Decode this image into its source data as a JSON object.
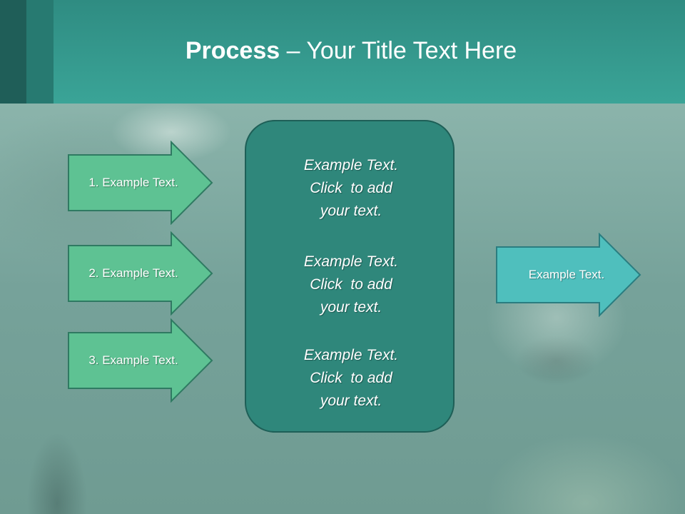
{
  "slide": {
    "title_bold": "Process",
    "title_rest": " – Your Title Text Here"
  },
  "steps": [
    {
      "label": "1. Example Text."
    },
    {
      "label": "2. Example Text."
    },
    {
      "label": "3. Example Text."
    }
  ],
  "center_box": {
    "paragraphs": [
      "Example Text.\nClick  to add\nyour text.",
      "Example Text.\nClick  to add\nyour text.",
      "Example Text.\nClick  to add\nyour text."
    ]
  },
  "output": {
    "label": "Example Text."
  },
  "colors": {
    "header": "#3aa497",
    "step_arrow": "#5ec293",
    "center_box": "#2f877b",
    "output_arrow": "#4fbfbd"
  }
}
